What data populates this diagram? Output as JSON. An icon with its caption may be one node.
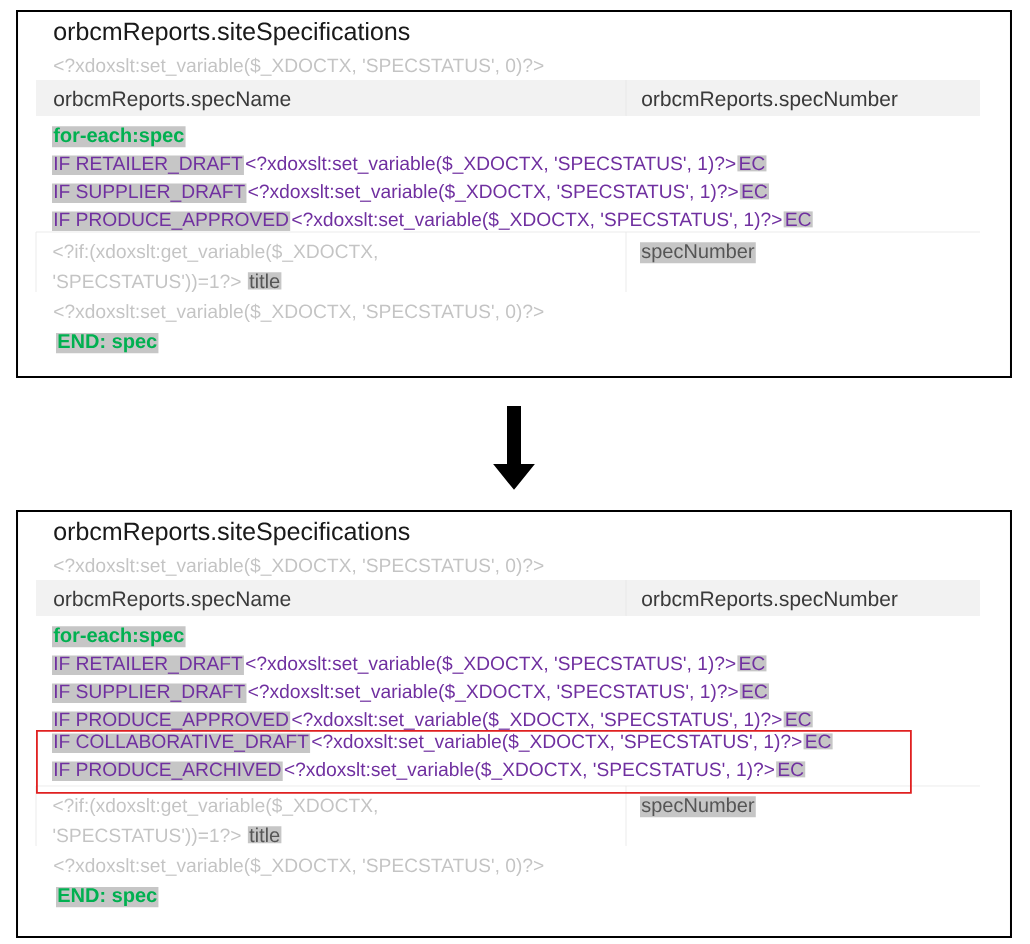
{
  "diagram": {
    "nodes": [
      {
        "text": [
          "orbcmReports.siteSpecifications",
          "<?xdoxslt:set_variable($_XDOCTX, 'SPECSTATUS', 0)?>",
          "orbcmReports.specName",
          "orbcmReports.specNumber",
          "for-each:spec",
          "IF RETAILER_DRAFT",
          "<?xdoxslt:set_variable($_XDOCTX, 'SPECSTATUS', 1)?>",
          "EC",
          "IF SUPPLIER_DRAFT",
          "<?xdoxslt:set_variable($_XDOCTX, 'SPECSTATUS', 1)?>",
          "EC",
          "IF PRODUCE_APPROVED",
          "<?xdoxslt:set_variable($_XDOCTX, 'SPECSTATUS', 1)?>",
          "EC",
          "<?if:(xdoxslt:get_variable($_XDOCTX, 'SPECSTATUS'))=1?>",
          "title",
          "specNumber",
          "<?xdoxslt:set_variable($_XDOCTX, 'SPECSTATUS', 0)?>",
          "END: spec"
        ]
      },
      {
        "text": [
          "orbcmReports.siteSpecifications",
          "<?xdoxslt:set_variable($_XDOCTX, 'SPECSTATUS', 0)?>",
          "orbcmReports.specName",
          "orbcmReports.specNumber",
          "for-each:spec",
          "IF RETAILER_DRAFT",
          "<?xdoxslt:set_variable($_XDOCTX, 'SPECSTATUS', 1)?>",
          "EC",
          "IF SUPPLIER_DRAFT",
          "<?xdoxslt:set_variable($_XDOCTX, 'SPECSTATUS', 1)?>",
          "EC",
          "IF PRODUCE_APPROVED",
          "<?xdoxslt:set_variable($_XDOCTX, 'SPECSTATUS', 1)?>",
          "EC",
          "<?if:(xdoxslt:get_variable($_XDOCTX, 'SPECSTATUS'))=1?>",
          "title",
          "specNumber",
          "<?xdoxslt:set_variable($_XDOCTX, 'SPECSTATUS', 0)?>",
          "END: spec"
        ]
      },
      {
        "text": [
          "IF COLLABORATIVE_DRAFT",
          "<?xdoxslt:set_variable($_XDOCTX, 'SPECSTATUS', 1)?>",
          "EC",
          "IF PRODUCE_ARCHIVED",
          "<?xdoxslt:set_variable($_XDOCTX, 'SPECSTATUS', 1)?>",
          "EC"
        ],
        "in": 1
      }
    ],
    "edges": [
      {
        "from": 0,
        "to": 1,
        "arrow": "to"
      }
    ]
  }
}
